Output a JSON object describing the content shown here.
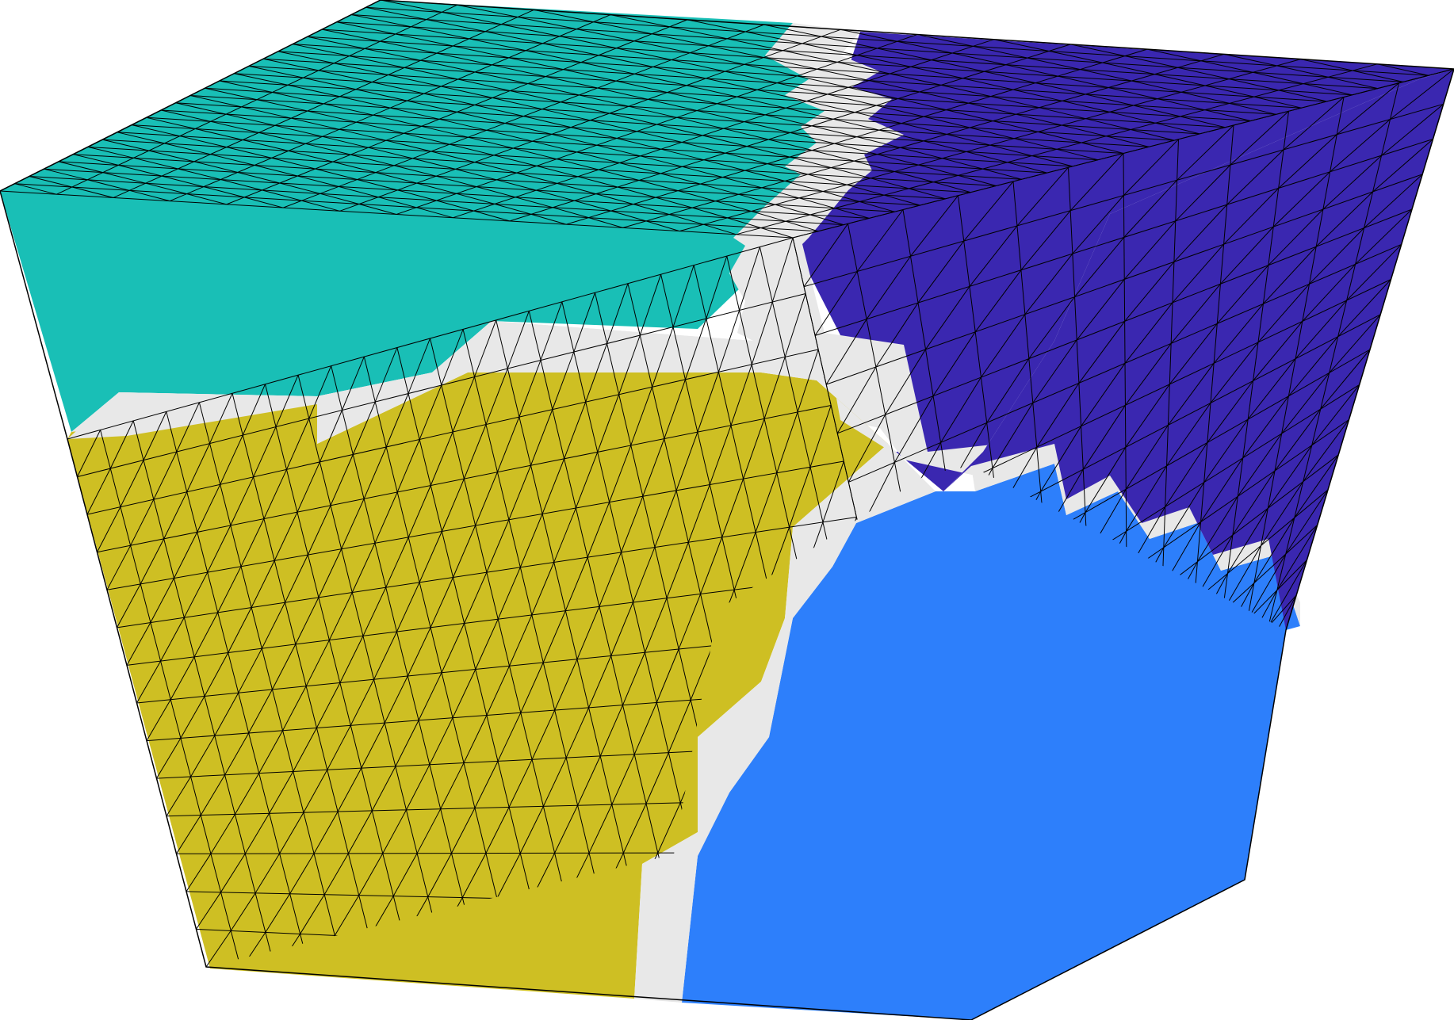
{
  "colors": {
    "teal": "#19BFB6",
    "purple": "#3A27B0",
    "gold": "#CEBF23",
    "blue": "#2D7FFB",
    "interface": "#E8E8E8",
    "edge": "#000000",
    "background": "#FFFFFF"
  },
  "mesh": {
    "element": "tetrahedral",
    "regions": [
      {
        "name": "teal",
        "color_key": "teal"
      },
      {
        "name": "purple",
        "color_key": "purple"
      },
      {
        "name": "gold",
        "color_key": "gold"
      },
      {
        "name": "blue",
        "color_key": "blue"
      },
      {
        "name": "interface",
        "color_key": "interface"
      }
    ]
  }
}
